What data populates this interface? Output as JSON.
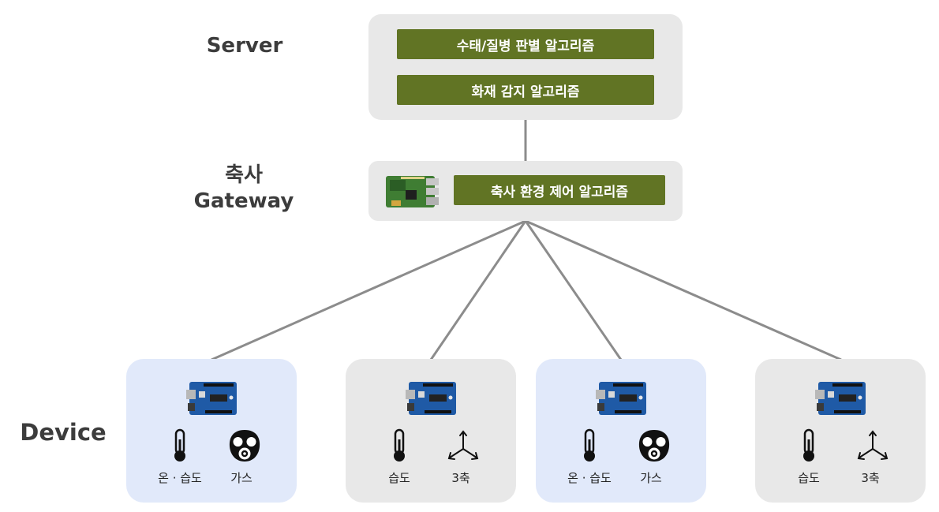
{
  "tiers": {
    "server": "Server",
    "gateway_line1": "축사",
    "gateway_line2": "Gateway",
    "device": "Device"
  },
  "server": {
    "algorithms": [
      "수태/질병 판별 알고리즘",
      "화재 감지 알고리즘"
    ]
  },
  "gateway": {
    "algorithm": "축사 환경 제어 알고리즘",
    "board_icon": "raspberry-pi-board-icon"
  },
  "devices": [
    {
      "sensors": [
        {
          "label": "온 · 습도",
          "icon": "thermometer-icon"
        },
        {
          "label": "가스",
          "icon": "gas-mask-icon"
        }
      ]
    },
    {
      "sensors": [
        {
          "label": "습도",
          "icon": "thermometer-icon"
        },
        {
          "label": "3축",
          "icon": "three-axis-icon"
        }
      ]
    },
    {
      "sensors": [
        {
          "label": "온 · 습도",
          "icon": "thermometer-icon"
        },
        {
          "label": "가스",
          "icon": "gas-mask-icon"
        }
      ]
    },
    {
      "sensors": [
        {
          "label": "습도",
          "icon": "thermometer-icon"
        },
        {
          "label": "3축",
          "icon": "three-axis-icon"
        }
      ]
    }
  ],
  "colors": {
    "algorithm_box": "#617424",
    "panel_gray": "#e8e8e8",
    "device_blue": "#e1e9fa",
    "connector": "#8c8c8c"
  }
}
